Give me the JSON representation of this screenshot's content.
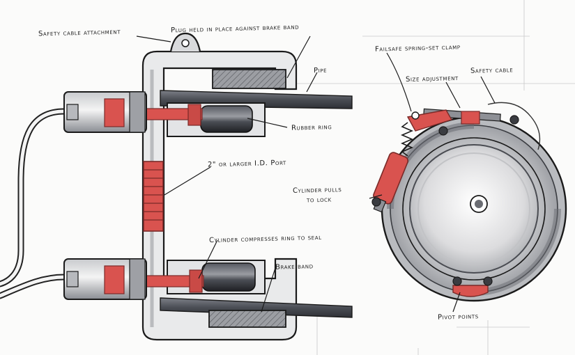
{
  "labels": {
    "safety_cable_attachment": "Safety cable attachment",
    "plug_held": "Plug held in place against brake band",
    "pipe": "Pipe",
    "rubber_ring": "Rubber ring",
    "port": "2\" or larger I.D. Port",
    "cylinder_compresses": "Cylinder compresses ring to seal",
    "brake_band": "Brake band",
    "failsafe_clamp": "Failsafe spring-set clamp",
    "size_adjustment": "Size adjustment",
    "safety_cable": "Safety cable",
    "cylinder_pulls": "Cylinder pulls",
    "to_lock": "to lock",
    "pivot_points": "Pivot points"
  },
  "colors": {
    "ink": "#1a1a1a",
    "metal_light": "#d9dadc",
    "metal_mid": "#a9abb0",
    "metal_dark": "#5c5f66",
    "rubber": "#2f3135",
    "red_accent": "#d9534f",
    "red_dark": "#a83a37"
  }
}
